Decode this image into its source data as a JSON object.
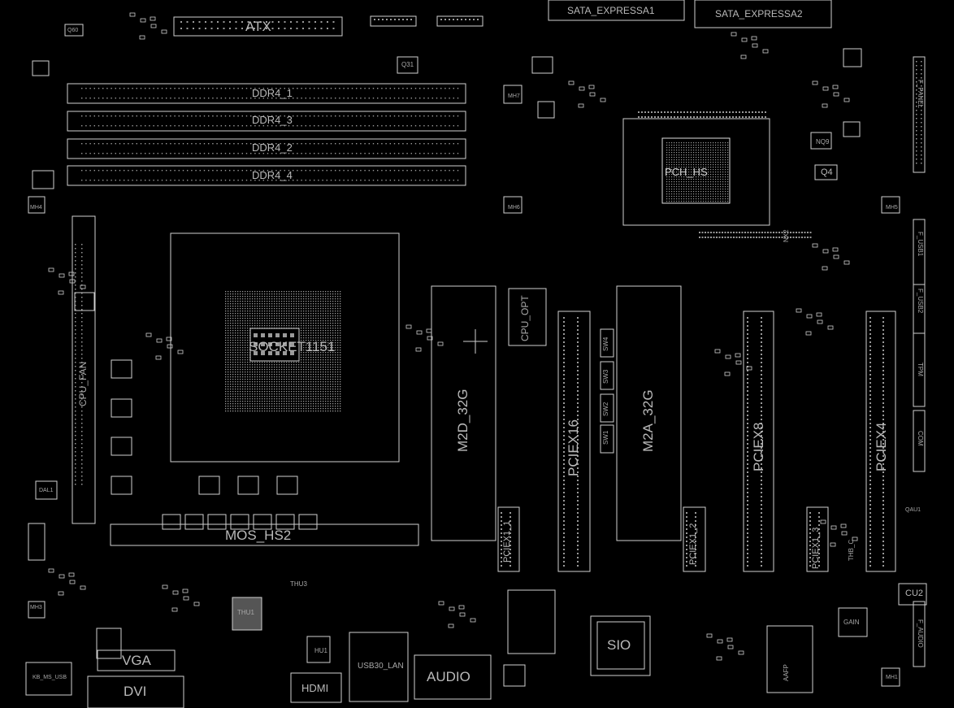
{
  "board": {
    "labels": {
      "atx": "ATX",
      "sata1": "SATA_EXPRESSA1",
      "sata2": "SATA_EXPRESSA2",
      "ddr1": "DDR4_1",
      "ddr3": "DDR4_3",
      "ddr2": "DDR4_2",
      "ddr4": "DDR4_4",
      "pch": "PCH_HS",
      "cpu": "SOCKET1151",
      "m2d": "M2D_32G",
      "m2a": "M2A_32G",
      "pciex16": "PCIEX16",
      "pciex8": "PCIEX8",
      "pciex4": "PCIEX4",
      "pciex1_1": "PCIEX1_1",
      "pciex1_2": "PCIEX1_2",
      "pciex1_3": "PCIEX1_3",
      "mos": "MOS_HS2",
      "vga": "VGA",
      "dvi": "DVI",
      "hdmi": "HDMI",
      "usb_lan": "USB30_LAN",
      "audio": "AUDIO",
      "sio": "SIO",
      "cu2": "CU2",
      "gain": "GAIN",
      "q4": "Q4",
      "nq9": "NQ9",
      "q31": "Q31",
      "hu1": "HU1",
      "thu1": "THU1",
      "thu3": "THU3",
      "sw1": "SW1",
      "sw2": "SW2",
      "sw3": "SW3",
      "sw4": "SW4",
      "f_panel": "F_PANEL",
      "f_usb1": "F_USB1",
      "f_usb2": "F_USB2",
      "tpm": "TPM",
      "com": "COM",
      "kb_ms_usb": "KB_MS_USB",
      "thb_c": "THB_C",
      "nx2": "NX2",
      "aaf": "AAFP",
      "mh7": "MH7",
      "mh6": "MH6",
      "mh5": "MH5",
      "mh4": "MH4",
      "mh3": "MH3",
      "mh1": "MH1",
      "dal1": "DAL1",
      "qau1": "QAU1",
      "f_audio": "F_AUDIO",
      "cpu_fan": "CPU_FAN",
      "q60": "Q60",
      "cpu_opt": "CPU_OPT"
    },
    "colors": {
      "background": "#000000",
      "outline": "#cfcfcf",
      "pad": "#9a9a9a",
      "text": "#b9b9b9"
    }
  }
}
